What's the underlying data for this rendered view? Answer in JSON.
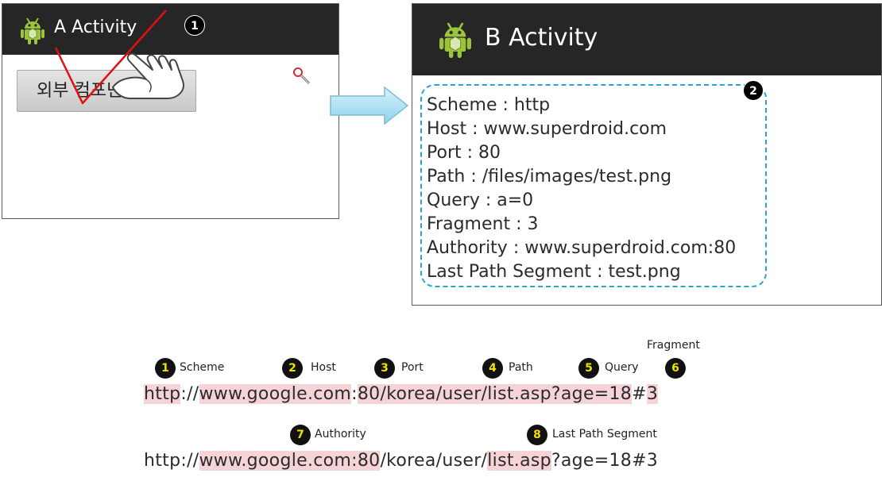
{
  "activity_a": {
    "title": "A Activity",
    "button_label": "외부 컴포넌트 실행",
    "step_badge": "1"
  },
  "activity_b": {
    "title": "B Activity",
    "step_badge": "2",
    "uri_lines": [
      "Scheme : http",
      "Host : www.superdroid.com",
      "Port : 80",
      "Path : /files/images/test.png",
      "Query : a=0",
      "Fragment : 3",
      "Authority : www.superdroid.com:80",
      "Last Path Segment : test.png"
    ]
  },
  "uri_breakdown": {
    "segments": [
      {
        "num": "1",
        "label": "Scheme"
      },
      {
        "num": "2",
        "label": "Host"
      },
      {
        "num": "3",
        "label": "Port"
      },
      {
        "num": "4",
        "label": "Path"
      },
      {
        "num": "5",
        "label": "Query"
      },
      {
        "num": "6",
        "label": "Fragment"
      },
      {
        "num": "7",
        "label": "Authority"
      },
      {
        "num": "8",
        "label": "Last Path Segment"
      }
    ],
    "url1": {
      "scheme": "http",
      "sep1": "://",
      "host": "www.google.com",
      "sep2": ":",
      "port": "80",
      "path": "/korea/user/list.asp",
      "query": "?age=18",
      "hash": "#",
      "fragment": "3"
    },
    "url2": {
      "prefix": "http://",
      "authority": "www.google.com:80",
      "middle": "/korea/user/",
      "last_segment": "list.asp",
      "suffix": "?age=18#3"
    }
  },
  "colors": {
    "titlebar": "#262626",
    "highlight": "#f5d3d6",
    "dashed_border": "#2aa2d6",
    "arrow_fill": "#a8dff2",
    "badge_number": "#f2e000",
    "android_green": "#9bc43a",
    "annotation_red": "#e01010"
  },
  "icons": [
    "android-logo-icon",
    "pointing-hand-icon",
    "magnifier-cursor-icon",
    "right-arrow-icon"
  ]
}
